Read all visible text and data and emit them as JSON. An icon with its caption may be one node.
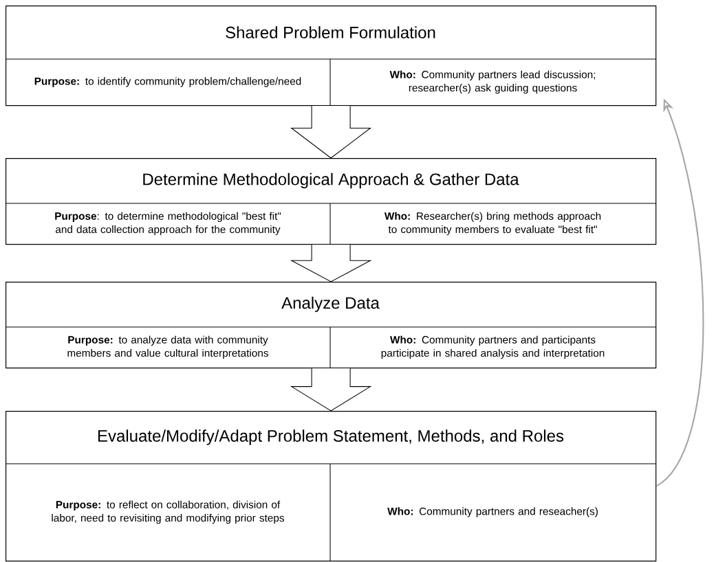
{
  "diagram": {
    "nodes": [
      {
        "text": [
          "Shared Problem Formulation",
          "**Purpose:** to identify community problem/challenge/need",
          "**Who:** Community partners lead discussion; researcher(s) ask guiding questions"
        ]
      },
      {
        "text": [
          "Determine Methodological Approach & Gather Data",
          "**Purpose**: to determine methodological \"best fit\" and data collection approach for the community",
          "**Who:** Researcher(s) bring methods approach to community members to evaluate \"best fit\""
        ]
      },
      {
        "text": [
          "Analyze Data",
          "**Purpose:** to analyze data with community members and value cultural interpretations",
          "**Who:** Community partners and participants participate in shared analysis and interpretation"
        ]
      },
      {
        "text": [
          "Evaluate/Modify/Adapt Problem Statement, Methods, and Roles",
          "**Purpose:** to reflect on collaboration, division of labor, need to revisiting and modifying prior steps",
          "**Who:** Community partners and reseacher(s)"
        ]
      }
    ],
    "edges": [
      {
        "from": 0,
        "to": 1,
        "arrow": "to"
      },
      {
        "from": 1,
        "to": 2,
        "arrow": "to"
      },
      {
        "from": 2,
        "to": 3,
        "arrow": "to"
      },
      {
        "from": 3,
        "to": 0,
        "arrow": "to",
        "color": "#a6a6a6"
      }
    ]
  }
}
